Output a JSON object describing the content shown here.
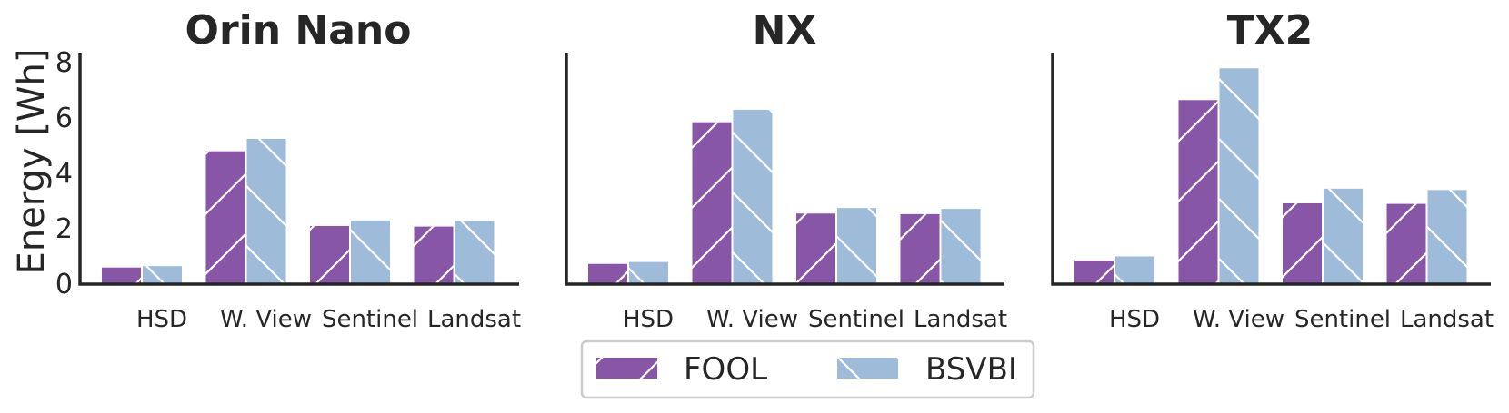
{
  "figure": {
    "ylabel": "Energy [Wh]",
    "legend": [
      {
        "name": "FOOL",
        "color": "#8856a7",
        "hatch": "forward"
      },
      {
        "name": "BSVBI",
        "color": "#9ebcda",
        "hatch": "back"
      }
    ]
  },
  "chart_data": [
    {
      "type": "bar",
      "title": "Orin Nano",
      "categories": [
        "HSD",
        "W. View",
        "Sentinel",
        "Landsat"
      ],
      "ylim": [
        0,
        8.3
      ],
      "yticks": [
        0,
        2,
        4,
        6,
        8
      ],
      "ylabel": "Energy [Wh]",
      "series": [
        {
          "name": "FOOL",
          "values": [
            0.6,
            4.8,
            2.1,
            2.08
          ]
        },
        {
          "name": "BSVBI",
          "values": [
            0.65,
            5.25,
            2.3,
            2.28
          ]
        }
      ]
    },
    {
      "type": "bar",
      "title": "NX",
      "categories": [
        "HSD",
        "W. View",
        "Sentinel",
        "Landsat"
      ],
      "ylim": [
        0,
        8.3
      ],
      "ylabel": "",
      "series": [
        {
          "name": "FOOL",
          "values": [
            0.73,
            5.85,
            2.55,
            2.53
          ]
        },
        {
          "name": "BSVBI",
          "values": [
            0.8,
            6.3,
            2.75,
            2.72
          ]
        }
      ]
    },
    {
      "type": "bar",
      "title": "TX2",
      "categories": [
        "HSD",
        "W. View",
        "Sentinel",
        "Landsat"
      ],
      "ylim": [
        0,
        8.3
      ],
      "ylabel": "",
      "series": [
        {
          "name": "FOOL",
          "values": [
            0.85,
            6.65,
            2.92,
            2.9
          ]
        },
        {
          "name": "BSVBI",
          "values": [
            1.0,
            7.8,
            3.45,
            3.4
          ]
        }
      ]
    }
  ]
}
